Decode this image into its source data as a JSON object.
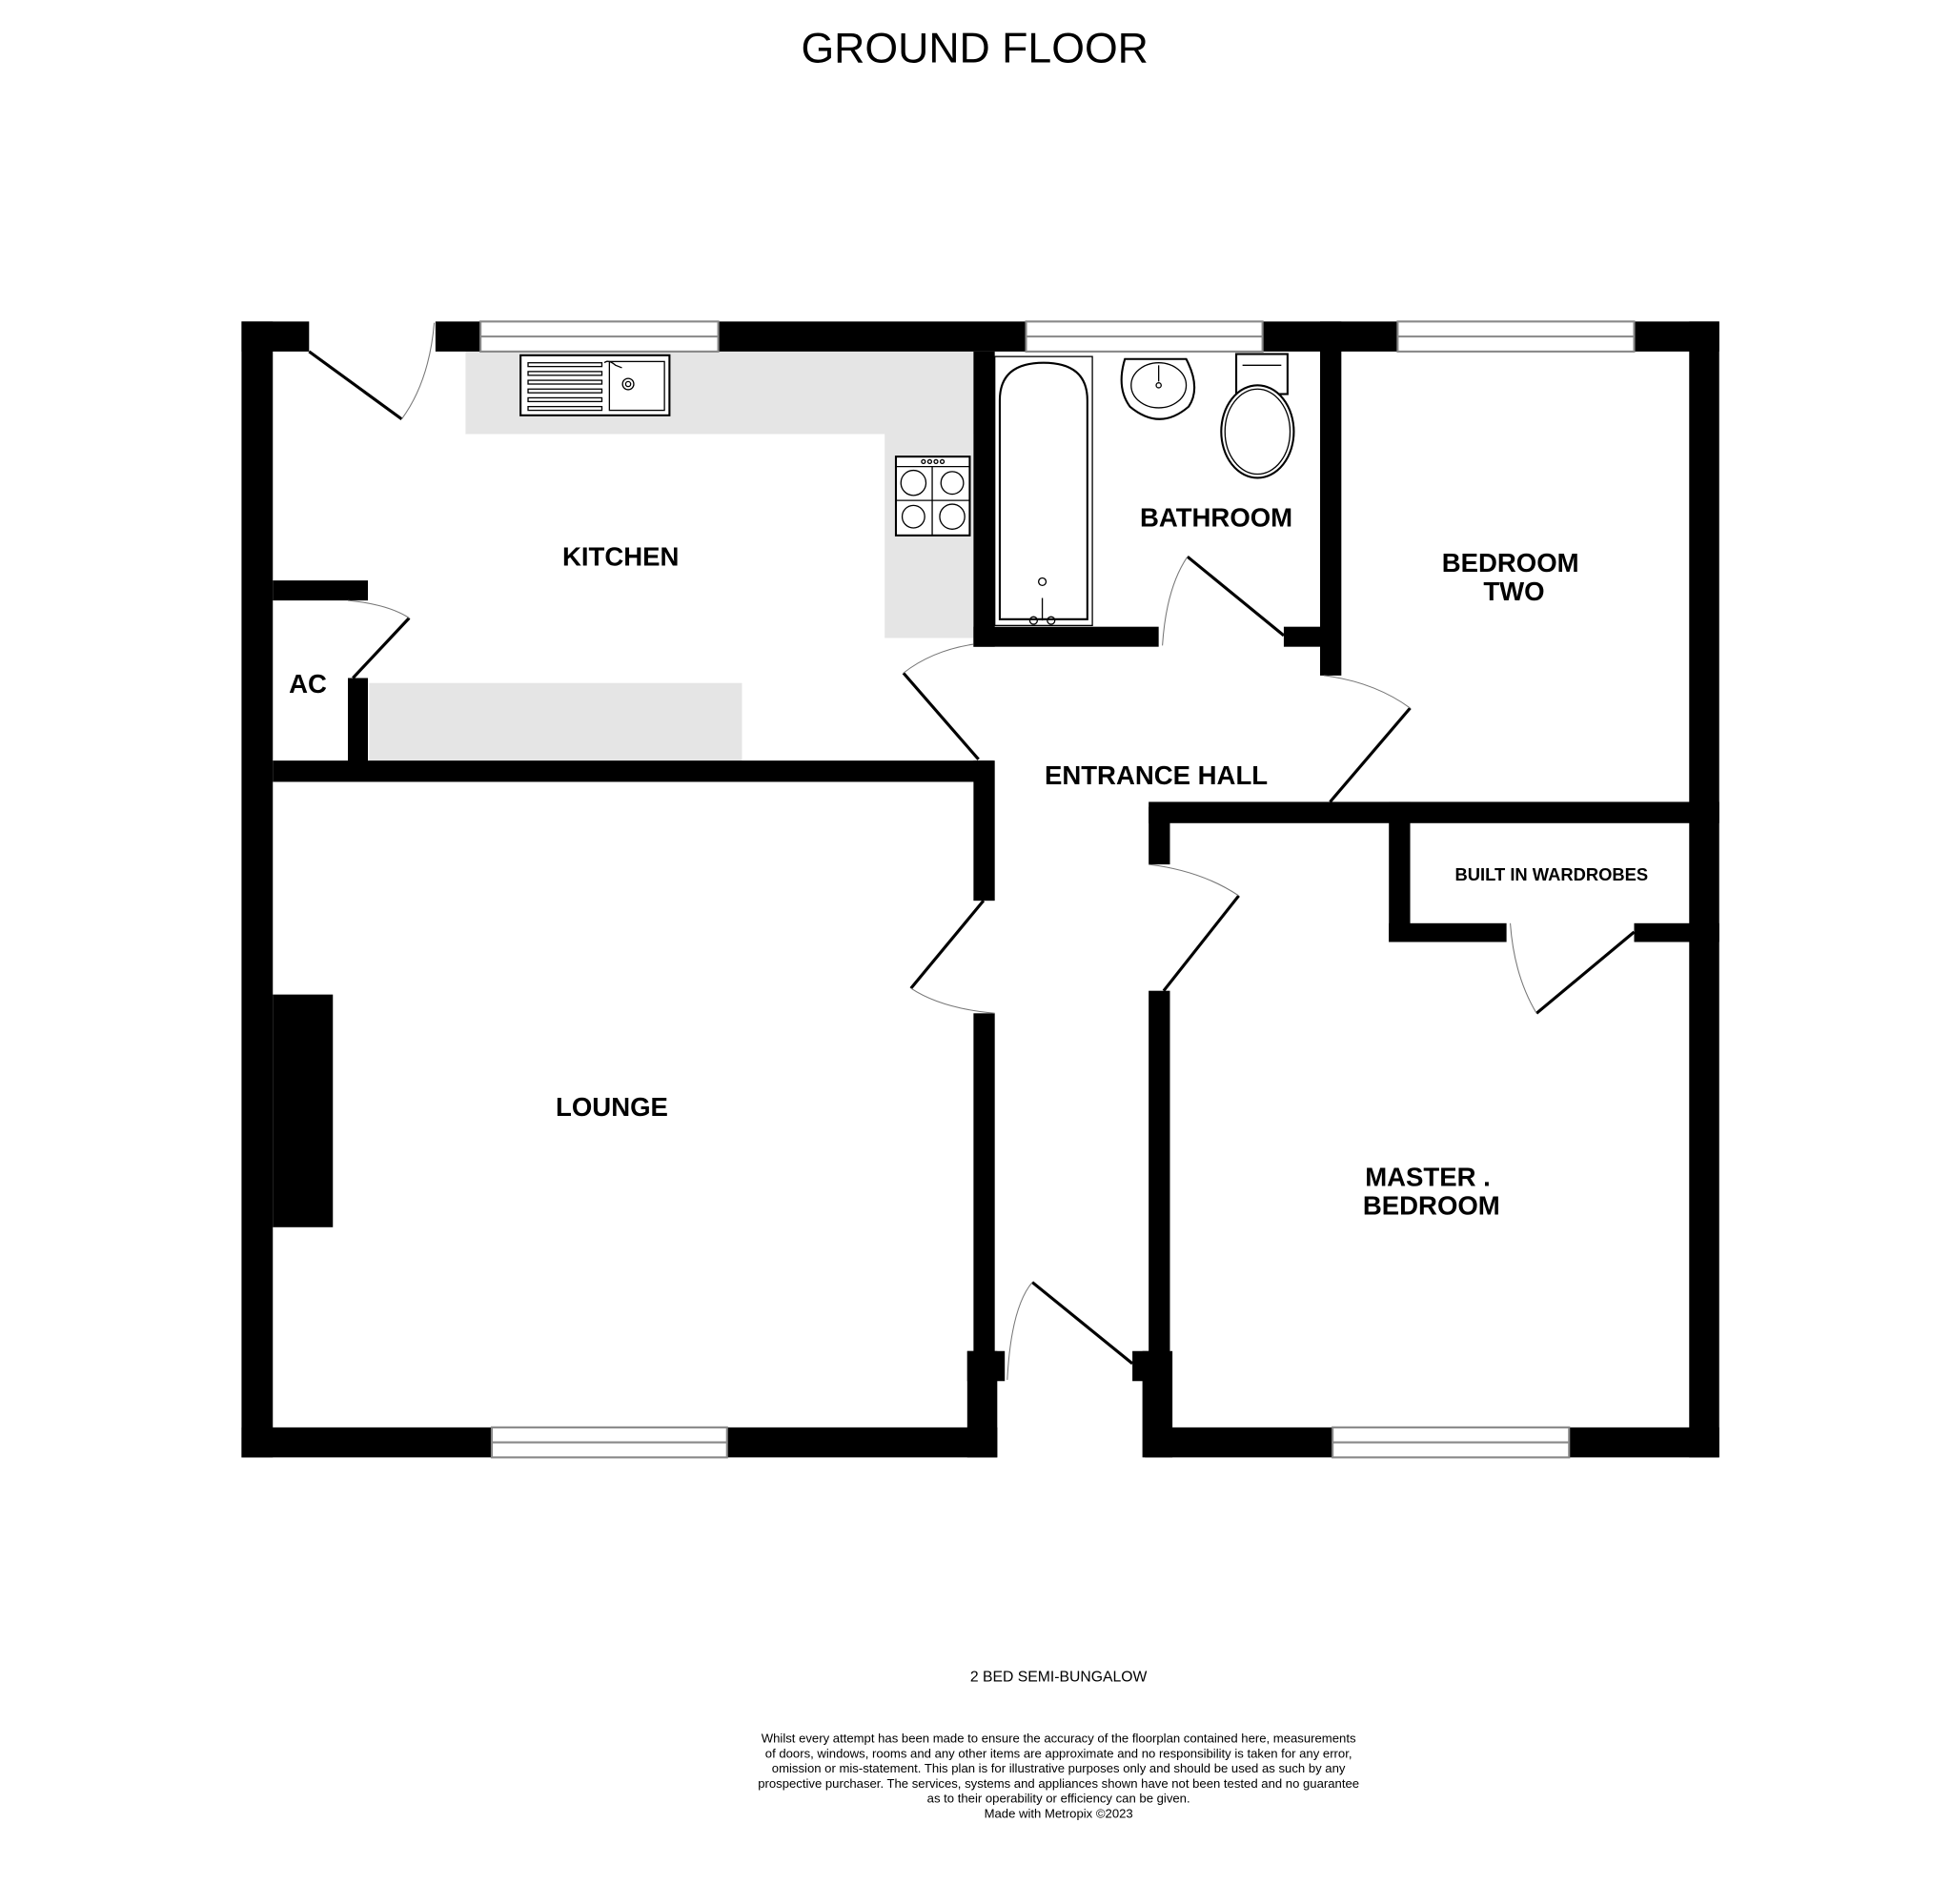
{
  "header": {
    "title": "GROUND FLOOR"
  },
  "rooms": {
    "kitchen": "KITCHEN",
    "bathroom": "BATHROOM",
    "bedroom_two": [
      "BEDROOM",
      "TWO"
    ],
    "ac": "AC",
    "entrance_hall": "ENTRANCE HALL",
    "built_in_wardrobes": "BUILT IN WARDROBES",
    "lounge": "LOUNGE",
    "master_bedroom": [
      "MASTER .",
      "BEDROOM"
    ]
  },
  "fixtures": [
    "sink-icon",
    "hob-icon",
    "bath-icon",
    "basin-icon",
    "toilet-icon",
    "fireplace-icon",
    "window-icon",
    "door-icon"
  ],
  "colors": {
    "wall": "#000000",
    "counter": "#e5e5e5",
    "window": "#888888",
    "background": "#ffffff"
  },
  "footer": {
    "property_type": "2 BED SEMI-BUNGALOW",
    "disclaimer_lines": [
      "Whilst every attempt has been made to ensure the accuracy of the floorplan contained here, measurements",
      "of doors, windows, rooms and any other items are approximate and no responsibility is taken for any error,",
      "omission or mis-statement. This plan is for illustrative purposes only and should be used as such by any",
      "prospective purchaser. The services, systems and appliances shown have not been tested and no guarantee",
      "as to their operability or efficiency can be given."
    ],
    "credit": "Made with Metropix ©2023"
  }
}
